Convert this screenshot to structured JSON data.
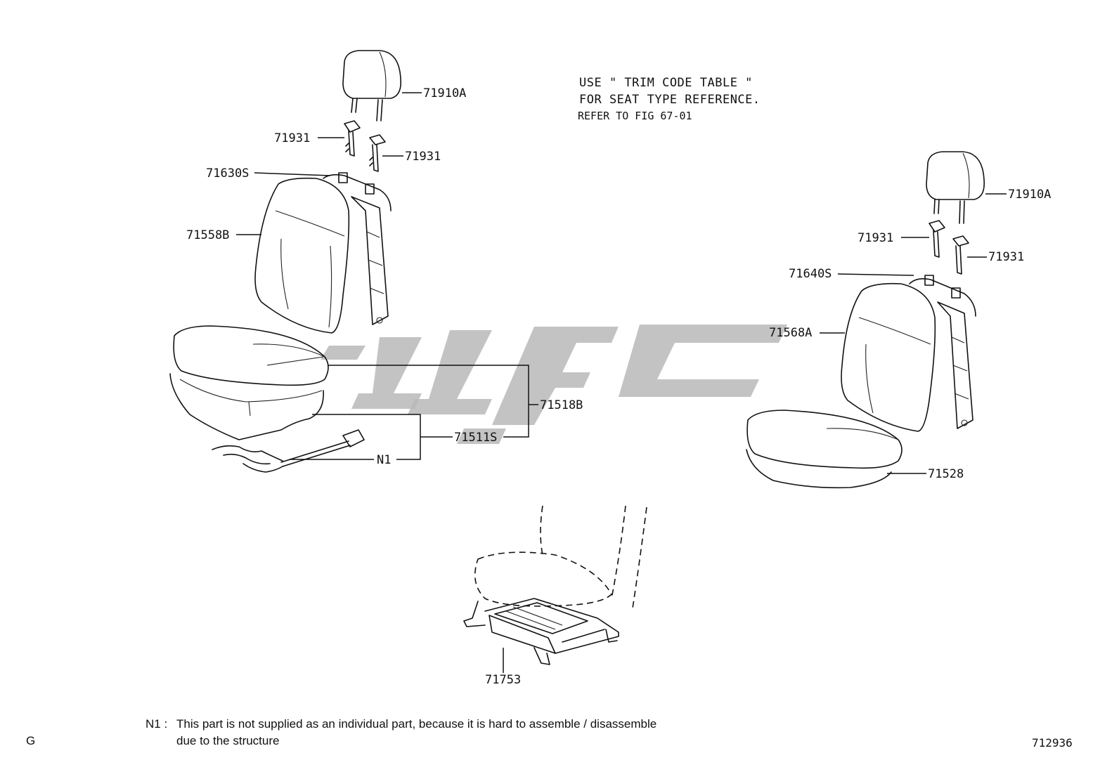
{
  "notes": {
    "line1": "USE \" TRIM CODE TABLE \"",
    "line2": "FOR SEAT TYPE REFERENCE.",
    "line3": "REFER TO FIG 67-01"
  },
  "labels": {
    "left_headrest": "71910A",
    "left_support_a": "71931",
    "left_support_b": "71931",
    "left_cover_back": "71630S",
    "left_seatback": "71558B",
    "left_cushion_assy": "71518B",
    "left_cushion_sub": "71511S",
    "left_n1": "N1",
    "right_headrest": "71910A",
    "right_support_a": "71931",
    "right_support_b": "71931",
    "right_cover_back": "71640S",
    "right_seatback": "71568A",
    "right_cushion": "71528",
    "adjuster": "71753"
  },
  "footnote": {
    "key": "N1 :",
    "line1": "This part is not supplied as an individual part, because it is hard to assemble / disassemble",
    "line2": "due to the structure"
  },
  "corner": {
    "left": "G",
    "right": "712936"
  },
  "colors": {
    "ink": "#111111",
    "watermark": "#b9b9b9"
  }
}
